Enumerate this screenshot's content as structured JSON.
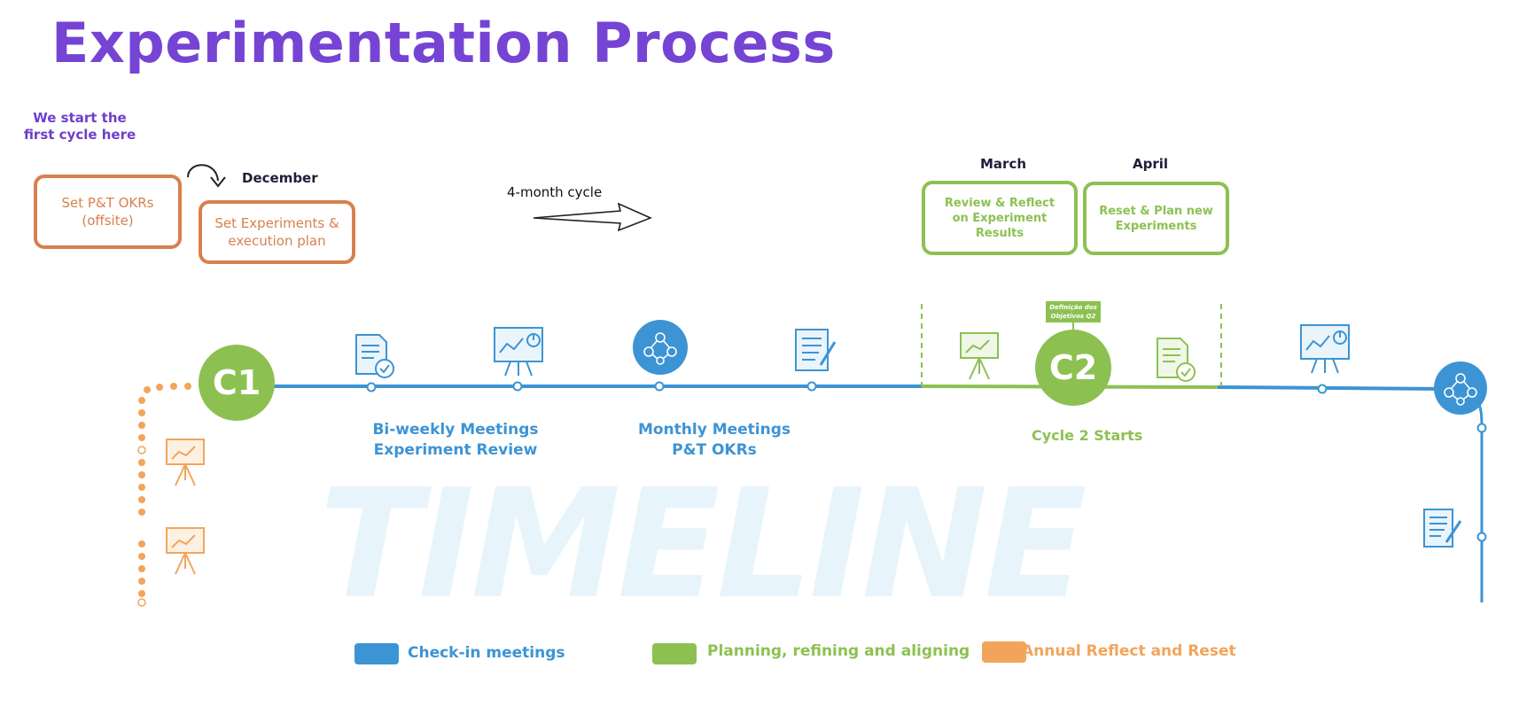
{
  "title": "Experimentation Process",
  "start_note": "We start the first cycle here",
  "months": {
    "december": "December",
    "march": "March",
    "april": "April"
  },
  "boxes": {
    "set_okrs": "Set P&T OKRs (offsite)",
    "set_experiments": "Set Experiments & execution plan",
    "review_reflect": "Review & Reflect on Experiment Results",
    "reset_plan": "Reset & Plan new Experiments"
  },
  "cycle_arrow_label": "4-month cycle",
  "milestones": {
    "c1": "C1",
    "c2": "C2"
  },
  "tag_text": "Definição dos Objetivos Q2",
  "labels": {
    "biweekly": [
      "Bi-weekly Meetings",
      "Experiment Review"
    ],
    "monthly": [
      "Monthly Meetings",
      "P&T OKRs"
    ],
    "cycle2": "Cycle 2 Starts"
  },
  "watermark": "TIMELINE",
  "legend": [
    {
      "label": "Check-in meetings",
      "color": "#3c94d4"
    },
    {
      "label": "Planning, refining and aligning",
      "color": "#8cc152"
    },
    {
      "label": "Annual Reflect and Reset",
      "color": "#f2a55a"
    }
  ],
  "colors": {
    "blue": "#3c94d4",
    "green": "#8cc152",
    "orange": "#f2a55a",
    "purple": "#7644d4",
    "box_orange": "#d8804e"
  },
  "icons": [
    "review-document-icon",
    "dashboard-board-icon",
    "people-network-icon",
    "checklist-pen-icon",
    "presentation-easel-icon"
  ]
}
